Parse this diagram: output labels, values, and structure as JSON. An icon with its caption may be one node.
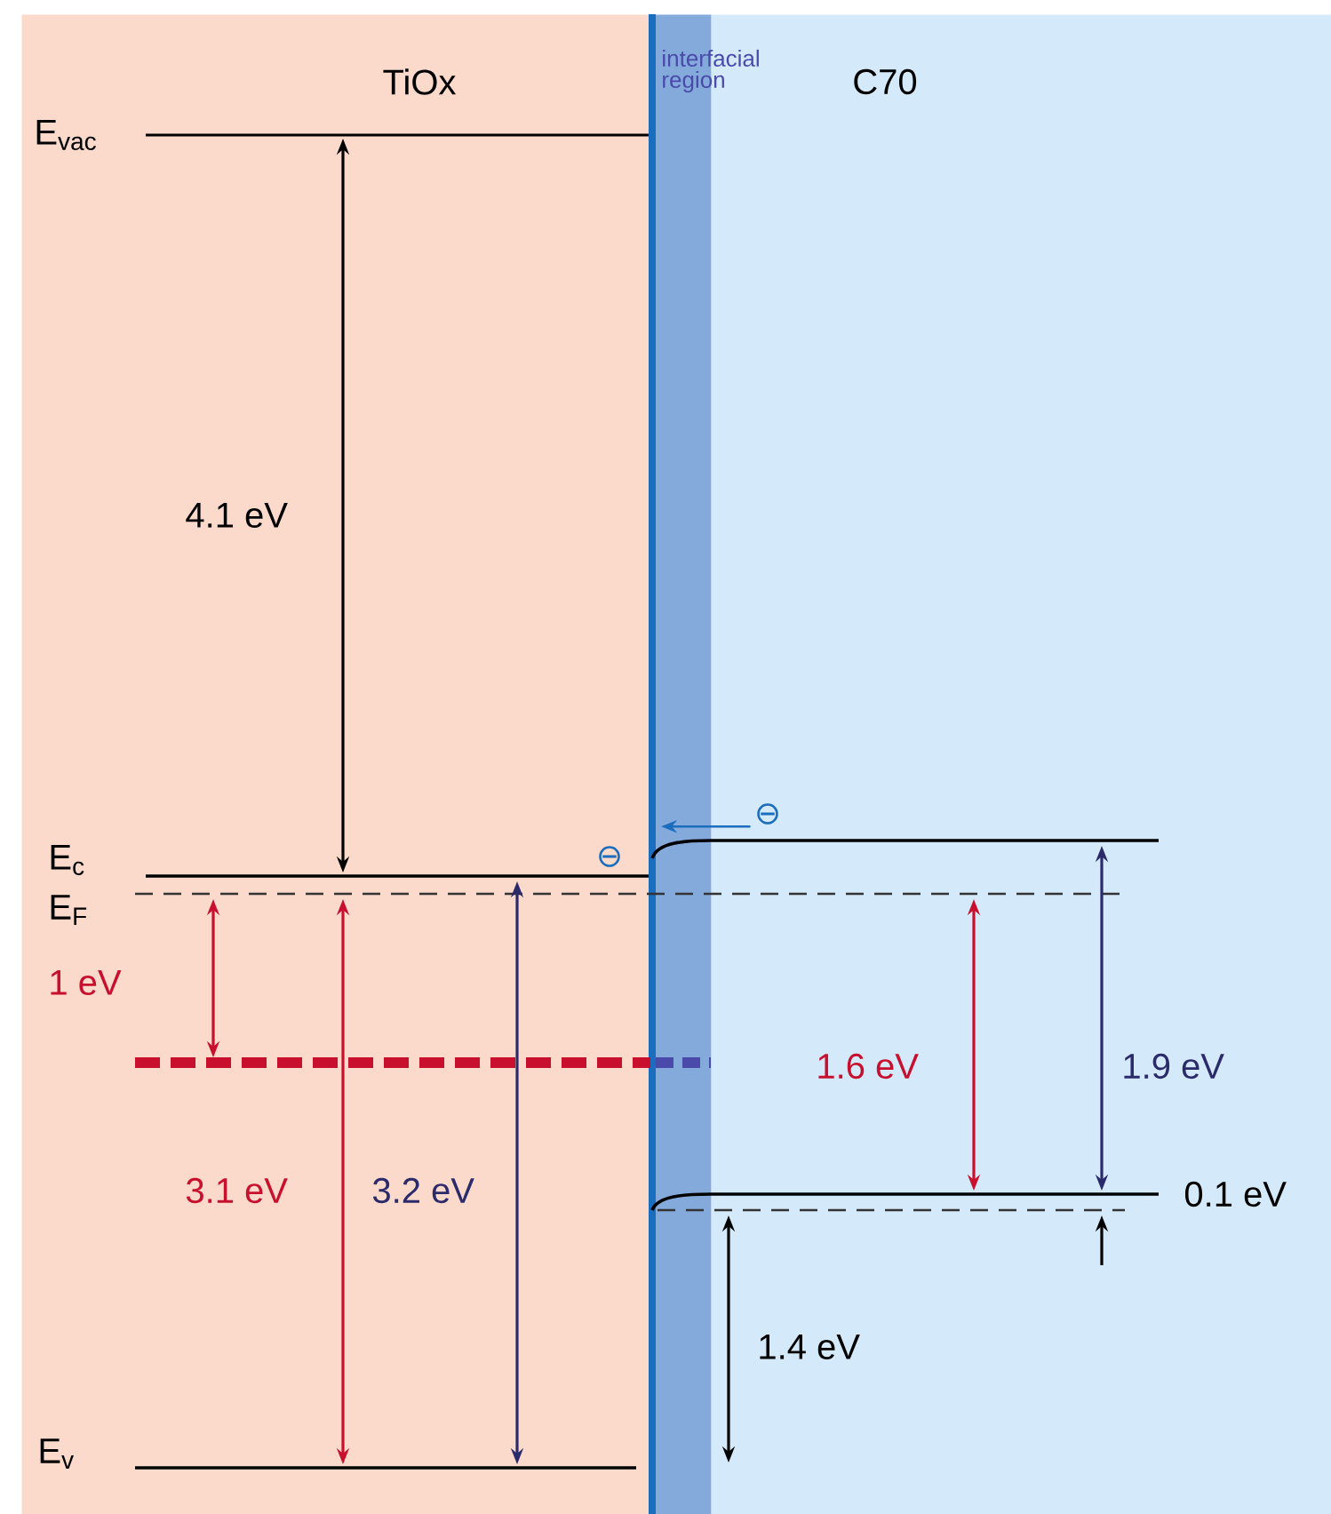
{
  "diagram": {
    "nodes": [
      {
        "text": [
          "TiOx"
        ]
      },
      {
        "text": [
          "interfacial region"
        ]
      },
      {
        "text": [
          "C70"
        ]
      },
      {
        "text": [
          "⊖"
        ],
        "in": 2
      }
    ],
    "edges": [
      {
        "from": 3,
        "to": 1,
        "arrow": "to"
      }
    ],
    "labels": [
      "E$_{vac}$",
      "4.1 eV",
      "E$_{c}$",
      "⊖",
      "E$_{F}$",
      "1 eV",
      "1.6 eV",
      "1.9 eV",
      "3.1 eV",
      "3.2 eV",
      "0.1 eV",
      "1.4 eV",
      "E$_{v}$"
    ]
  }
}
